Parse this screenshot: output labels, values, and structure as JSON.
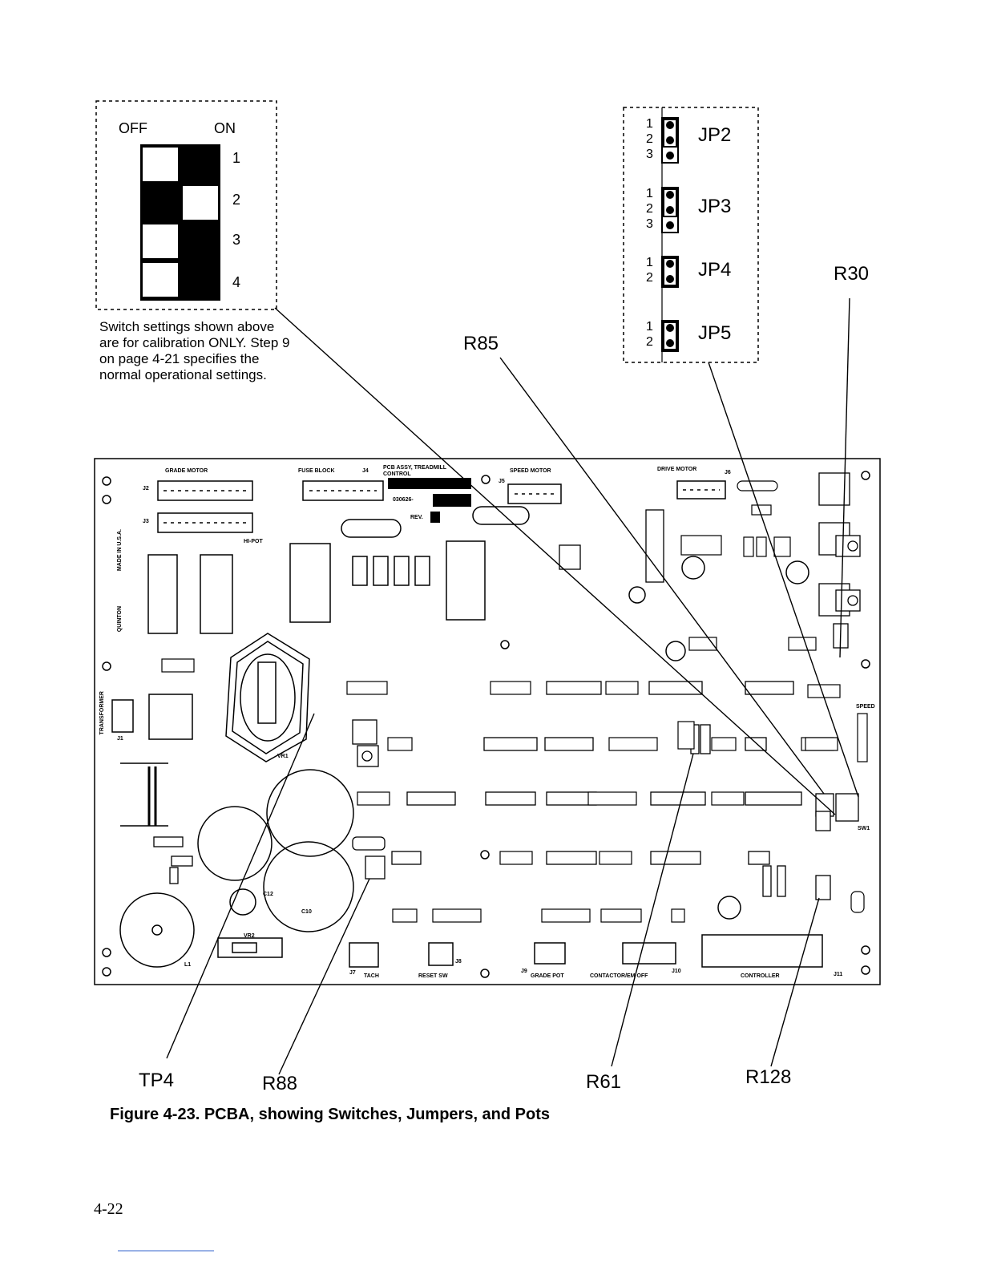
{
  "dip_switch": {
    "off_label": "OFF",
    "on_label": "ON",
    "positions": [
      {
        "number": "1",
        "state": "on"
      },
      {
        "number": "2",
        "state": "off"
      },
      {
        "number": "3",
        "state": "on"
      },
      {
        "number": "4",
        "state": "on"
      }
    ]
  },
  "note": "Switch settings shown above are for calibration ONLY. Step 9 on page 4-21 specifies the normal operational settings.",
  "jumpers": [
    {
      "name": "JP2",
      "pins": [
        "1",
        "2",
        "3"
      ]
    },
    {
      "name": "JP3",
      "pins": [
        "1",
        "2",
        "3"
      ]
    },
    {
      "name": "JP4",
      "pins": [
        "1",
        "2"
      ]
    },
    {
      "name": "JP5",
      "pins": [
        "1",
        "2"
      ]
    }
  ],
  "callouts": {
    "r85": "R85",
    "r30": "R30",
    "tp4": "TP4",
    "r88": "R88",
    "r61": "R61",
    "r128": "R128"
  },
  "board_labels": {
    "grade_motor": "GRADE MOTOR",
    "fuse_block": "FUSE BLOCK",
    "j4": "J4",
    "pcb_assy": "PCB ASSY, TREADMILL CONTROL",
    "part_no": "030626-",
    "rev": "REV.",
    "speed_motor": "SPEED MOTOR",
    "drive_motor": "DRIVE MOTOR",
    "j2": "J2",
    "j3": "J3",
    "j5": "J5",
    "j6": "J6",
    "hi_pot": "HI-POT",
    "made_in_usa": "MADE IN U.S.A.",
    "quinton": "QUINTON",
    "transformer": "TRANSFORMER",
    "j1": "J1",
    "tach": "TACH",
    "reset_sw": "RESET SW",
    "grade_pot": "GRADE POT",
    "contactor": "CONTACTOR/EM OFF",
    "controller": "CONTROLLER",
    "j7": "J7",
    "j8": "J8",
    "j9": "J9",
    "j10": "J10",
    "j11": "J11",
    "vr1": "VR1",
    "vr2": "VR2",
    "l1": "L1",
    "c10": "C10",
    "c12": "C12",
    "sw1": "SW1",
    "speed": "SPEED"
  },
  "caption": "Figure 4-23. PCBA, showing Switches, Jumpers, and Pots",
  "page_number": "4-22"
}
